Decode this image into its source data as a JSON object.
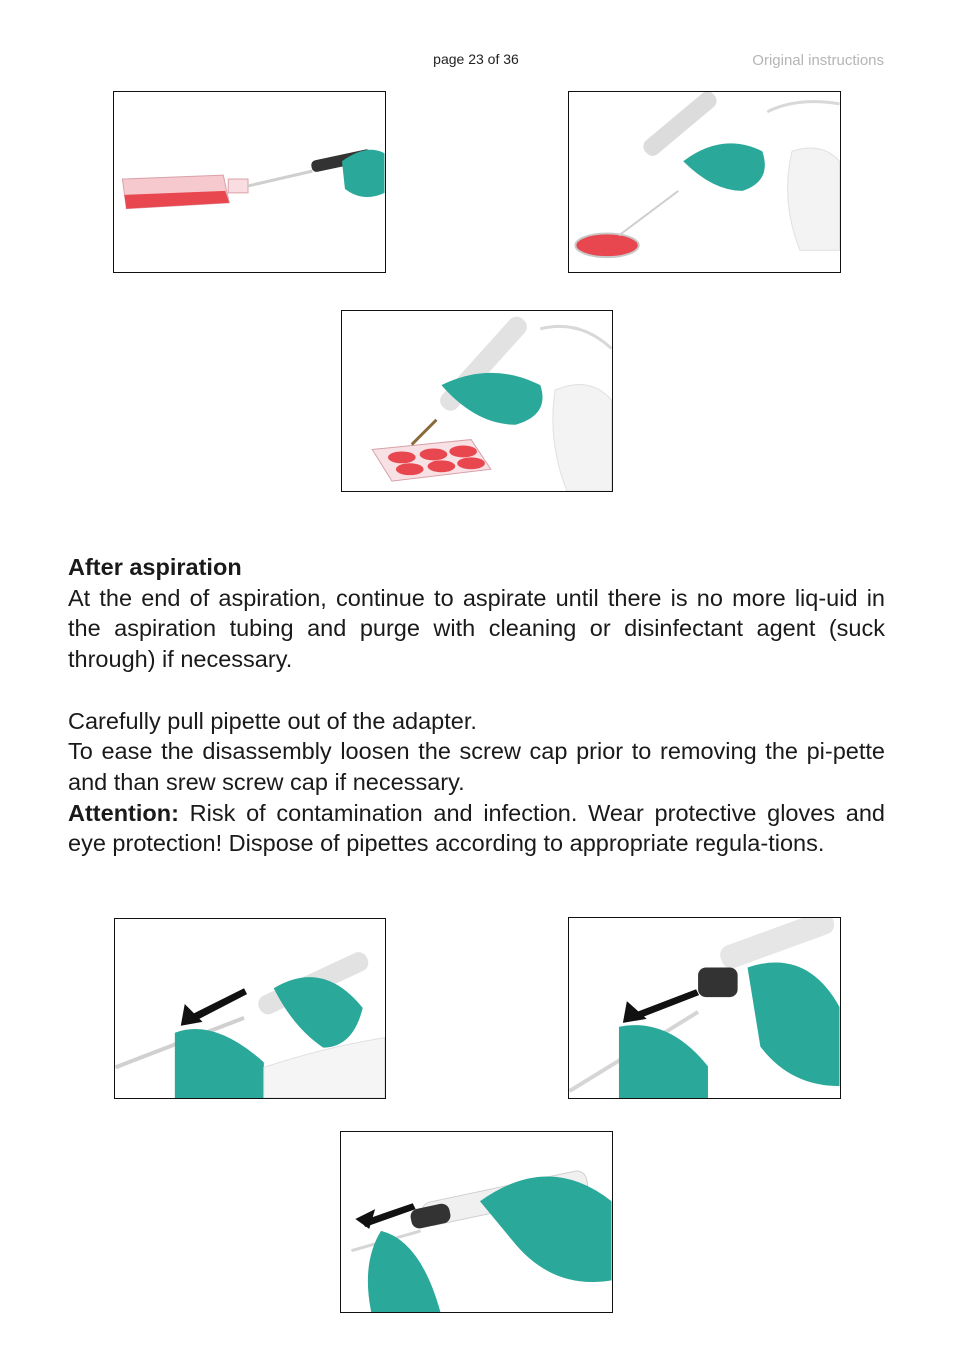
{
  "header": {
    "page_number": "page 23 of 36",
    "document_label": "Original instructions"
  },
  "section": {
    "heading": "After aspiration",
    "paragraph1": "At the end of aspiration, continue to aspirate until there is no more liq-uid in the aspiration tubing and purge with cleaning or disinfectant agent (suck through) if necessary.",
    "paragraph2": "Carefully pull pipette out of the adapter.",
    "paragraph3": "To ease the disassembly loosen the screw cap prior to removing the pi-pette and than srew screw cap if necessary.",
    "attention_label": "Attention:",
    "attention_text": " Risk of contamination and infection. Wear protective gloves and eye protection! Dispose of pipettes according to appropriate regula-tions."
  },
  "colors": {
    "glove": "#2aa89a",
    "liquid": "#e8474f",
    "arrow": "#111111"
  }
}
